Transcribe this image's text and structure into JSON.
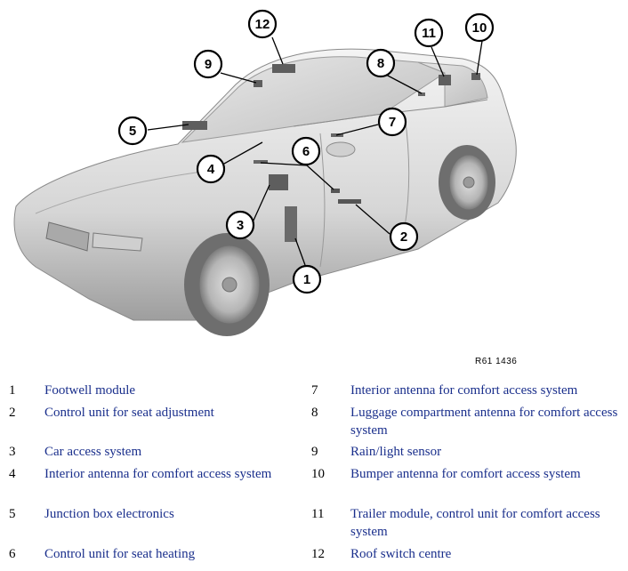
{
  "figure": {
    "reference": "R61 1436",
    "callouts": [
      {
        "label": "1"
      },
      {
        "label": "2"
      },
      {
        "label": "3"
      },
      {
        "label": "4"
      },
      {
        "label": "5"
      },
      {
        "label": "6"
      },
      {
        "label": "7"
      },
      {
        "label": "8"
      },
      {
        "label": "9"
      },
      {
        "label": "10"
      },
      {
        "label": "11"
      },
      {
        "label": "12"
      }
    ]
  },
  "legend": {
    "items": [
      {
        "num": "1",
        "text": "Footwell module"
      },
      {
        "num": "2",
        "text": "Control unit for seat adjustment"
      },
      {
        "num": "3",
        "text": "Car access system"
      },
      {
        "num": "4",
        "text": "Interior antenna for comfort access system"
      },
      {
        "num": "5",
        "text": "Junction box electronics"
      },
      {
        "num": "6",
        "text": "Control unit for seat heating"
      },
      {
        "num": "7",
        "text": "Interior antenna for comfort access system"
      },
      {
        "num": "8",
        "text": "Luggage compartment antenna for comfort access system"
      },
      {
        "num": "9",
        "text": "Rain/light sensor"
      },
      {
        "num": "10",
        "text": "Bumper antenna for comfort access system"
      },
      {
        "num": "11",
        "text": "Trailer module, control unit for comfort access system"
      },
      {
        "num": "12",
        "text": "Roof switch centre"
      }
    ]
  }
}
